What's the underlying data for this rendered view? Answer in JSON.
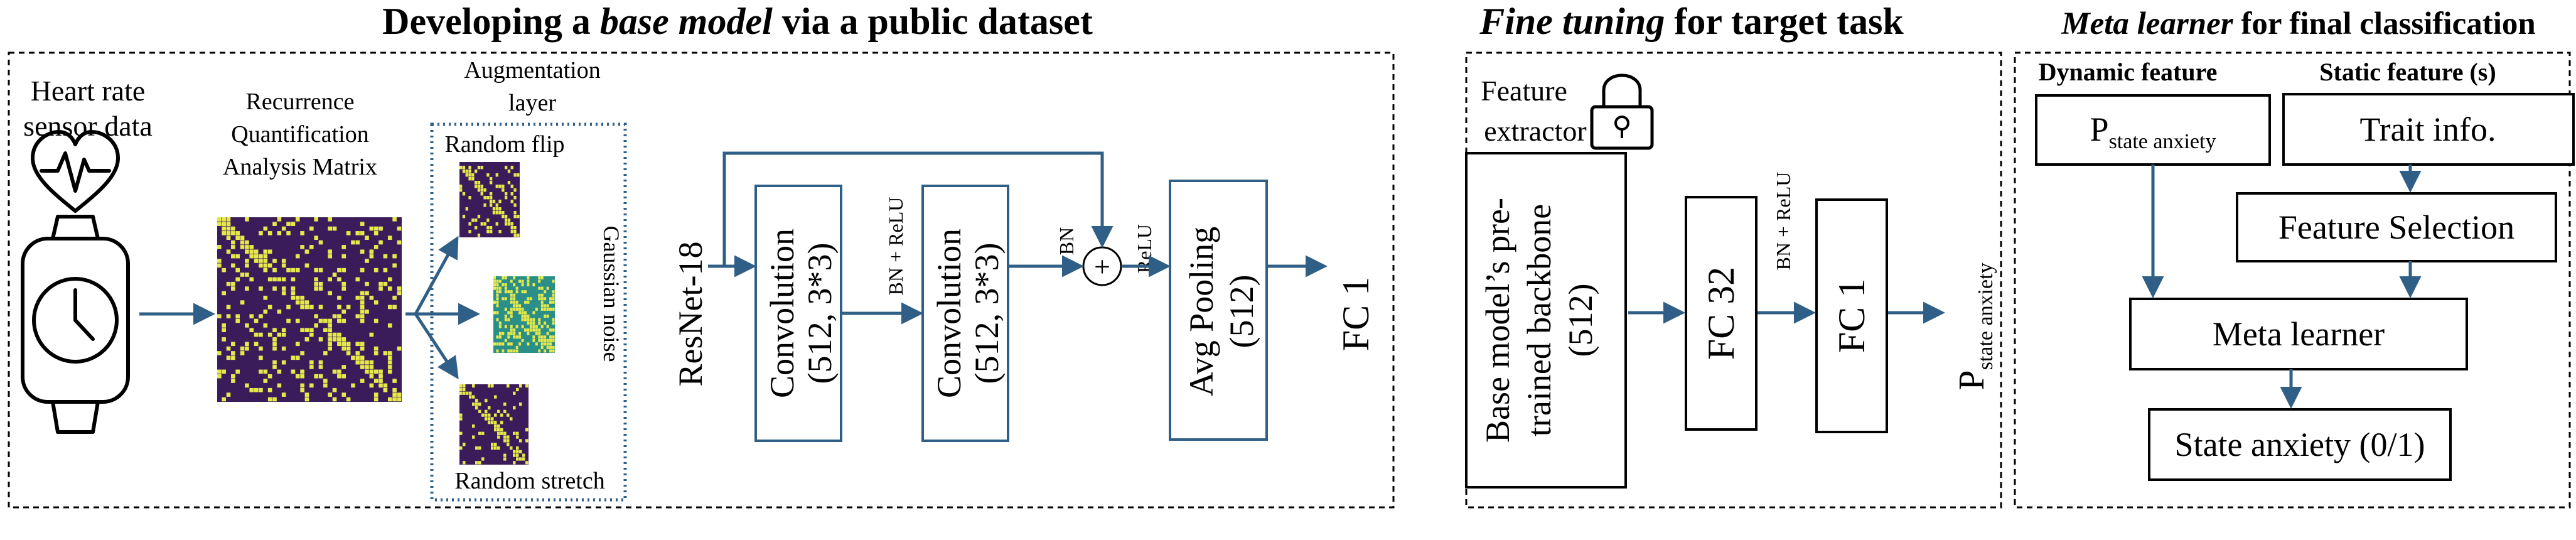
{
  "panels": {
    "base": {
      "title_bold_pre": "Developing a ",
      "title_italic": "base model",
      "title_bold_post": " via a public dataset"
    },
    "fine": {
      "title_italic": "Fine tuning",
      "title_bold_post": " for target task"
    },
    "meta": {
      "title_italic": "Meta learner",
      "title_bold_post": " for final classification"
    }
  },
  "base": {
    "sensor_line1": "Heart rate",
    "sensor_line2": "sensor data",
    "rqa_line1": "Recurrence",
    "rqa_line2": "Quantification",
    "rqa_line3": "Analysis Matrix",
    "aug_line1": "Augmentation",
    "aug_line2": "layer",
    "random_flip": "Random flip",
    "gaussian_noise": "Gaussian noise",
    "random_stretch": "Random stretch",
    "resnet": "ResNet-18",
    "conv1_line1": "Convolution",
    "conv1_line2": "(512, 3*3)",
    "bn_relu_1": "BN + ReLU",
    "conv2_line1": "Convolution",
    "conv2_line2": "(512, 3*3)",
    "bn": "BN",
    "plus": "+",
    "relu": "ReLU",
    "pool_line1": "Avg Pooling",
    "pool_line2": "(512)",
    "fc1": "FC 1"
  },
  "fine": {
    "feature_line1": "Feature",
    "feature_line2": "extractor",
    "backbone_line1": "Base model’s pre-",
    "backbone_line2": "trained backbone",
    "backbone_line3": "(512)",
    "fc32": "FC 32",
    "bn_relu": "BN + ReLU",
    "fc1": "FC 1",
    "output_main": "P",
    "output_sub": "state anxiety"
  },
  "meta": {
    "dynamic_header": "Dynamic feature",
    "static_header": "Static feature (s)",
    "p_main": "P",
    "p_sub": "state anxiety",
    "trait": "Trait info.",
    "feature_selection": "Feature Selection",
    "meta_learner": "Meta learner",
    "state_anxiety": "State anxiety (0/1)"
  },
  "colors": {
    "box_stroke": "#2f5f86",
    "arrow": "#2f5f86",
    "matrix_bg": "#3b1c5a",
    "matrix_fg": "#e7e84a",
    "matrix_mid": "#2a8f88"
  }
}
